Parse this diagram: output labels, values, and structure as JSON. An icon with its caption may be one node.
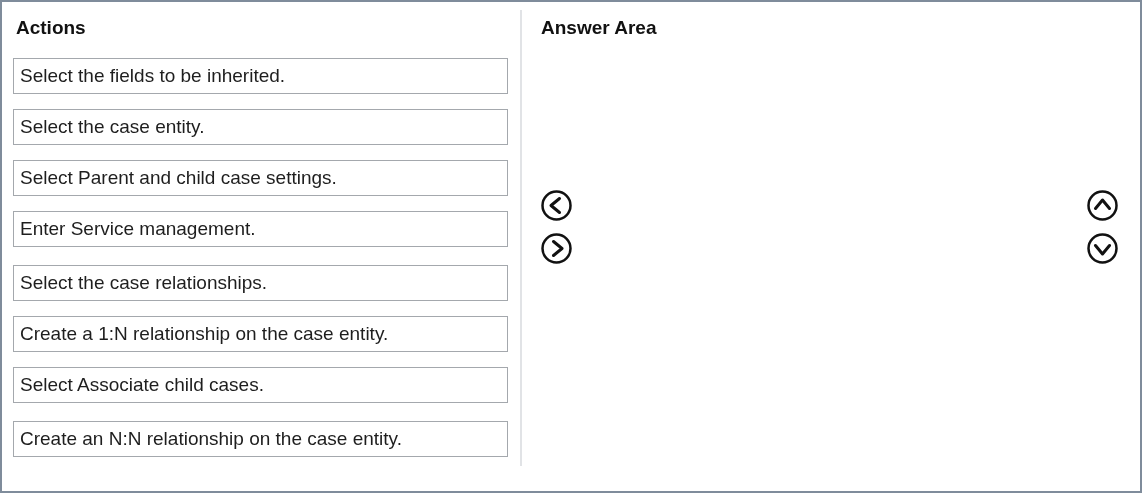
{
  "diagram": {
    "nodes": [
      {
        "text": [
          "Select the fields to be inherited."
        ]
      },
      {
        "text": [
          "Select the case entity."
        ]
      },
      {
        "text": [
          "Select Parent and child case settings."
        ]
      },
      {
        "text": [
          "Enter Service management."
        ]
      },
      {
        "text": [
          "Select the case relationships."
        ]
      },
      {
        "text": [
          "Create a 1:N relationship on the case entity."
        ]
      },
      {
        "text": [
          "Select Associate child cases."
        ]
      },
      {
        "text": [
          "Create an N:N relationship on the case entity."
        ]
      }
    ],
    "labels": [
      "Actions",
      "Answer Area"
    ]
  }
}
